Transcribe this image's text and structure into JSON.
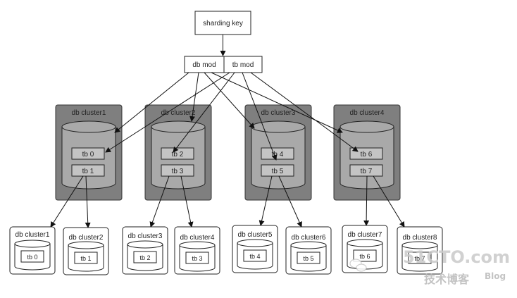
{
  "diagram": {
    "sharding_key": "sharding key",
    "db_mod": "db mod",
    "tb_mod": "tb mod",
    "upper_clusters": [
      {
        "label": "db cluster1",
        "tables": [
          "tb 0",
          "tb 1"
        ]
      },
      {
        "label": "db cluster2",
        "tables": [
          "tb 2",
          "tb 3"
        ]
      },
      {
        "label": "db cluster3",
        "tables": [
          "tb 4",
          "tb 5"
        ]
      },
      {
        "label": "db cluster4",
        "tables": [
          "tb 6",
          "tb 7"
        ]
      }
    ],
    "lower_clusters": [
      {
        "label": "db cluster1",
        "table": "tb 0"
      },
      {
        "label": "db cluster2",
        "table": "tb 1"
      },
      {
        "label": "db cluster3",
        "table": "tb 2"
      },
      {
        "label": "db cluster4",
        "table": "tb 3"
      },
      {
        "label": "db cluster5",
        "table": "tb 4"
      },
      {
        "label": "db cluster6",
        "table": "tb 5"
      },
      {
        "label": "db cluster7",
        "table": "tb 6"
      },
      {
        "label": "db cluster8",
        "table": "tb 7"
      }
    ]
  },
  "watermark": {
    "brand": "51CTO.com",
    "subtitle": "技术博客",
    "blog": "Blog"
  },
  "colors": {
    "cluster_fill": "#7f7f7f",
    "cylinder_fill": "#a9a9a9",
    "table_fill": "#c4c4c4",
    "stroke": "#222222",
    "watermark": "#c8c8c8"
  }
}
